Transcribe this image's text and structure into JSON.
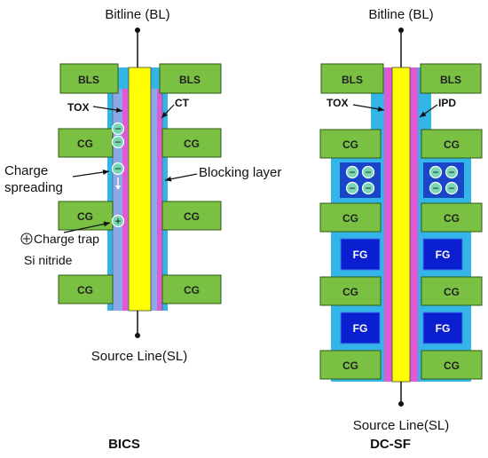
{
  "colors": {
    "green": "#7ac143",
    "green_stroke": "#2e5a14",
    "outer_blue": "#33b5e8",
    "inner_blue": "#8aa8e6",
    "magenta": "#e05ad6",
    "yellow": "#ffff00",
    "fg_blue": "#0a1fcf",
    "trap_blue": "#1946c8",
    "charge_green": "#78d6b4"
  },
  "bics": {
    "top_label": "Bitline (BL)",
    "bottom_label": "Source Line(SL)",
    "caption": "BICS",
    "gates": {
      "top_left": "BLS",
      "top_right": "BLS",
      "row1_left": "CG",
      "row1_right": "CG",
      "row2_left": "CG",
      "row2_right": "CG",
      "row3_left": "CG",
      "row3_right": "CG"
    },
    "annotations": {
      "tox": "TOX",
      "ct": "CT",
      "charge_spreading_line1": "Charge",
      "charge_spreading_line2": "spreading",
      "blocking_layer": "Blocking layer",
      "charge_trap": "Charge trap",
      "si_nitride": "Si nitride"
    },
    "charge_signs": {
      "minus": "−",
      "plus": "+"
    }
  },
  "dcsf": {
    "top_label": "Bitline (BL)",
    "bottom_label": "Source Line(SL)",
    "caption": "DC-SF",
    "gates": {
      "top_left": "BLS",
      "top_right": "BLS",
      "cg1_left": "CG",
      "cg1_right": "CG",
      "cg2_left": "CG",
      "cg2_right": "CG",
      "cg3_left": "CG",
      "cg3_right": "CG",
      "cg4_left": "CG",
      "cg4_right": "CG",
      "fg1_left": "FG",
      "fg1_right": "FG",
      "fg2_left": "FG",
      "fg2_right": "FG"
    },
    "annotations": {
      "tox": "TOX",
      "ipd": "IPD"
    },
    "charge_sign": "−"
  }
}
